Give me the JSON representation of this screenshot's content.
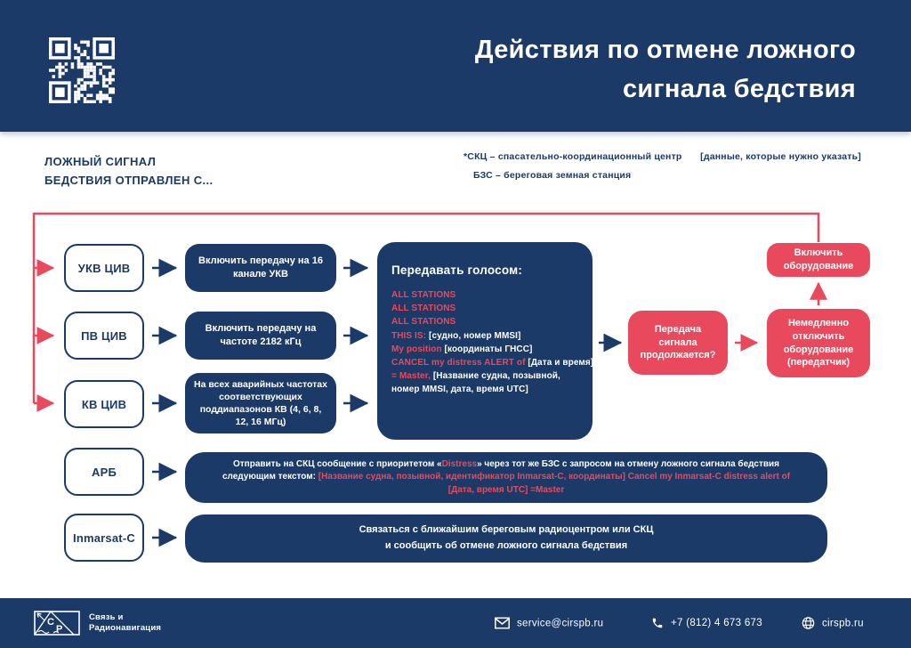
{
  "colors": {
    "navy": "#1b3a67",
    "red": "#e9495c"
  },
  "header": {
    "title_line1": "Действия по отмене ложного",
    "title_line2": "сигнала бедствия"
  },
  "legend": {
    "origin_line1": "ЛОЖНЫЙ СИГНАЛ",
    "origin_line2": "БЕДСТВИЯ ОТПРАВЛЕН С...",
    "note_skc": "*СКЦ – спасательно-координационный центр",
    "note_bzs": "БЗС – береговая земная станция",
    "note_data": "[данные, которые нужно указать]"
  },
  "sources": [
    {
      "label": "УКВ ЦИВ"
    },
    {
      "label": "ПВ ЦИВ"
    },
    {
      "label": "КВ ЦИВ"
    },
    {
      "label": "АРБ"
    },
    {
      "label": "Inmarsat-C"
    }
  ],
  "steps": [
    {
      "text": "Включить передачу на 16 канале УКВ"
    },
    {
      "text": "Включить передачу на частоте 2182 кГц"
    },
    {
      "text": "На всех аварийных частотах соответствующих поддиапазонов КВ (4, 6, 8, 12, 16 МГц)"
    }
  ],
  "voice": {
    "title": "Передавать голосом:",
    "lines": [
      {
        "red": "ALL STATIONS",
        "white": ""
      },
      {
        "red": "ALL STATIONS",
        "white": ""
      },
      {
        "red": "ALL STATIONS",
        "white": ""
      },
      {
        "red": "THIS IS:",
        "white": " [судно, номер MMSI]"
      },
      {
        "red": "My position",
        "white": " [координаты ГНСС]"
      },
      {
        "red": "CANCEL my distress ALERT of",
        "white": " [Дата и время]"
      },
      {
        "red": "= Master,",
        "white": " [Название судна, позывной,"
      },
      {
        "red": "",
        "white": "номер MMSI, дата, время UTC]"
      }
    ]
  },
  "decision": {
    "question": "Передача сигнала продолжается?",
    "action_off": "Немедленно отключить оборудование (передатчик)",
    "action_on": "Включить оборудование"
  },
  "epirb": {
    "part1": "Отправить на СКЦ сообщение с приоритетом «",
    "highlight1": "Distress",
    "part2": "» через тот же БЗС с запросом на отмену ложного сигнала бедствия следующим текстом: ",
    "highlight2": "[Название судна, позывной, идентификатор Inmarsat-C, координаты] Cancel my Inmarsat-C distress alert of [Дата, время UTC] =Master"
  },
  "inmarsat": {
    "line1": "Связаться с ближайшим береговым радиоцентром или СКЦ",
    "line2": "и сообщить об отмене ложного сигнала бедствия"
  },
  "footer": {
    "brand_line1": "Связь и",
    "brand_line2": "Радионавигация",
    "email": "service@cirspb.ru",
    "phone": "+7 (812) 4 673 673",
    "site": "cirspb.ru"
  }
}
